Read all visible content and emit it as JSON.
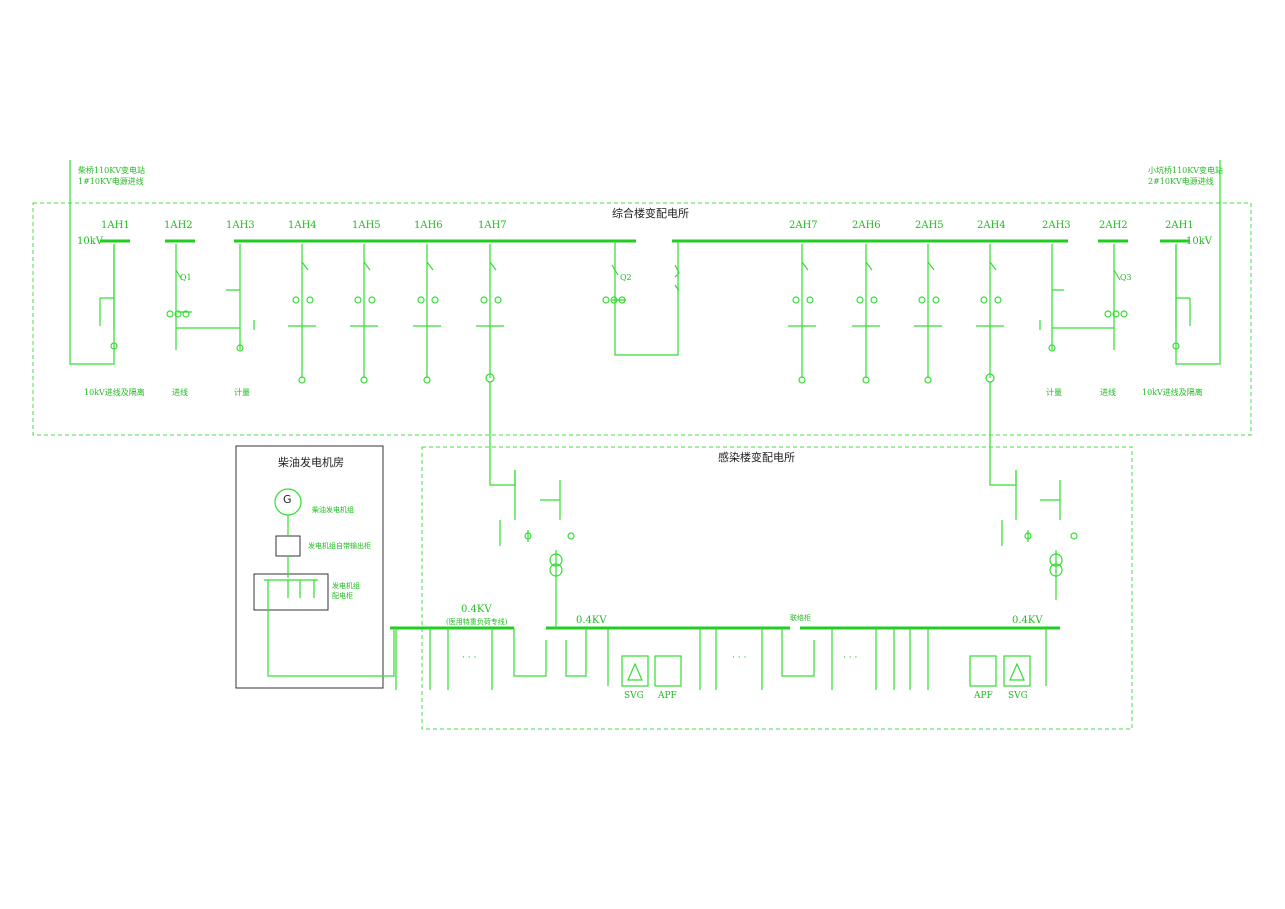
{
  "substation_main": {
    "title": "综合楼变配电所",
    "bus_left_label": "10kV",
    "bus_right_label": "10kV",
    "source_left_1": "柴桥110KV变电站",
    "source_left_2": "1#10KV电源进线",
    "source_right_1": "小坑桥110KV变电站",
    "source_right_2": "2#10KV电源进线",
    "panels_left": [
      "1AH1",
      "1AH2",
      "1AH3",
      "1AH4",
      "1AH5",
      "1AH6",
      "1AH7"
    ],
    "panels_right": [
      "2AH7",
      "2AH6",
      "2AH5",
      "2AH4",
      "2AH3",
      "2AH2",
      "2AH1"
    ],
    "switches": [
      "Q1",
      "Q2",
      "Q3"
    ],
    "bottom_left": [
      "10kV进线及隔离",
      "进线",
      "计量"
    ],
    "bottom_right": [
      "计量",
      "进线",
      "10kV进线及隔离"
    ]
  },
  "generator_room": {
    "title": "柴油发电机房",
    "generator_symbol": "G",
    "label_generator": "柴油发电机组",
    "label_output": "发电机组自带输出柜",
    "label_panel_1": "发电机组",
    "label_panel_2": "配电柜"
  },
  "substation_infection": {
    "title": "感染楼变配电所",
    "bus_left_label": "0.4KV",
    "bus_left_sublabel": "(医用特重负荷专线)",
    "bus_mid_label": "0.4KV",
    "bus_right_label": "0.4KV",
    "tie_label": "联络柜",
    "ellipsis": "· · ·",
    "svg_label": "SVG",
    "apf_label": "APF"
  },
  "colors": {
    "line": "#33dd33",
    "text": "#22bb22",
    "frame": "#333333"
  }
}
